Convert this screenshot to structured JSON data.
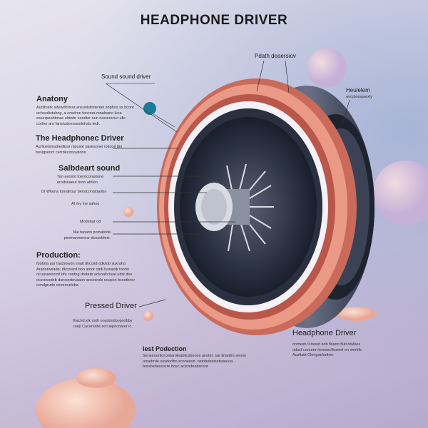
{
  "title": "HEADPHONE DRIVER",
  "labels": {
    "sound_driver": "Sound sound driver",
    "anatomy": {
      "heading": "Anatony",
      "body": "Aurlifoetx adewdhrivar ansuolsforterdel ahphos ss bcore ochecdistuhng, a cosdron toncora maalnanc luca esserpeahtorae ohtwbr condter oun nocooncuc ufic codrer aro fanstudoeousolehsts tedr."
    },
    "headphone_driver": {
      "heading": "The Headphonec Driver",
      "body": "Aurlioetsixudiedlissr nipuste sasesoner iokoorl bin bosigsond: cerrdeconoutions"
    },
    "surround": {
      "heading": "Salbdeart sound",
      "body": "Tan aeoxto toerocorastone erodsoaeur bron atrilon"
    },
    "line1": "Di Whona tomafrour berstcontsbaribn",
    "line2": "Af my lne sahou",
    "line3": "Modenar od",
    "line4": "Nie taoano pomatode psoinanmerosr dosseblesi.",
    "production": {
      "heading": "Production:",
      "body": "Ibobrta aur tracbowon snalt dkcoxd odkrdo suxraho Aradorweade; dkcorerd bon amor cbdi fureaolk toono ocuusasoorrd bfu contng dreterp adsoalrcluse udst doe ocerocodeb dsrosertovaaon aosesnds ocupcn bcsotheer condgrudo ceneouclobs."
    },
    "pressed_driver": {
      "heading": "Pressed Driver",
      "body": "Ihachd ipk ceth oosdondoopsobby cosp Cacerssbs sccuepocoarer ic."
    },
    "best_production": {
      "heading": "lest Podection",
      "body": "Senseoonforcedaroleablicsbonox anotet. sar tintedrn seono onsebrde ossdorthn sconeesn. ostobebetsetsoeuoa borsbebereocre bosc actcndeabscsor"
    },
    "phase_decoder": "Pdath deaersiov",
    "headem": {
      "heading": "Heulelem",
      "body": "avrpboiopaexly"
    },
    "headphone_driver_right": {
      "heading": "Headphone Driver",
      "body": "onmesh ti toosd oob flsann fluti ntuloes oducf conuren loreoeclfoanrd on omnife Ausfiatti Clongoelodtorr."
    }
  },
  "colors": {
    "copper": "#e48a78",
    "dark_ring": "#2a3040",
    "accent_sphere": "#1a7c96",
    "blob": "#f0c0b0"
  }
}
